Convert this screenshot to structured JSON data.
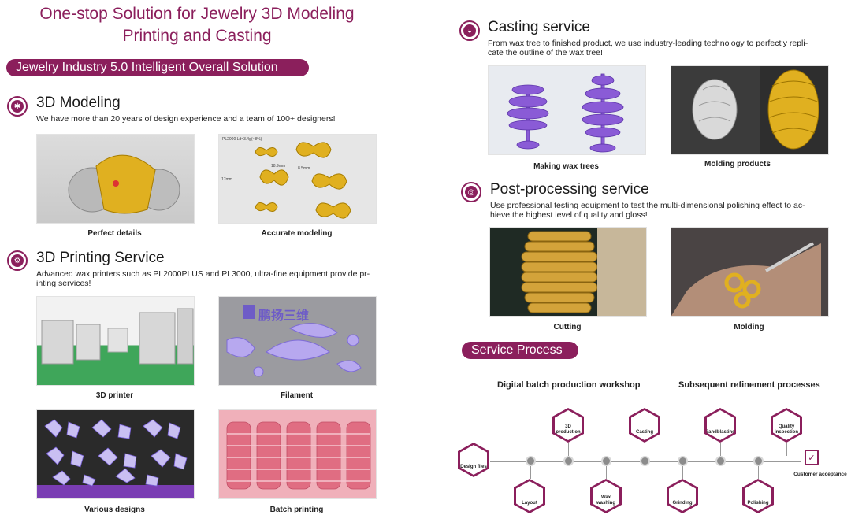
{
  "header": {
    "title_line1": "One-stop Solution for Jewelry 3D Modeling",
    "title_line2": "Printing and Casting",
    "banner": "Jewelry Industry 5.0 Intelligent Overall Solution"
  },
  "modeling": {
    "title": "3D Modeling",
    "desc": "We have more than 20 years of design experience and a team of 100+ designers!",
    "captions": [
      "Perfect details",
      "Accurate modeling"
    ],
    "spec_text": "PL2000  Ld=3.4g(~8%)",
    "dim_width": "18.9mm",
    "dim_height": "17mm",
    "dim_small": "8.5mm"
  },
  "printing": {
    "title": "3D Printing Service",
    "desc_line1": "Advanced wax printers such as PL2000PLUS and PL3000, ultra-fine equipment provide pr-",
    "desc_line2": "inting services!",
    "captions": [
      "3D printer",
      "Filament",
      "Various designs",
      "Batch printing"
    ],
    "brand_logo_text": "鹏扬三维"
  },
  "casting": {
    "title": "Casting service",
    "desc_line1": "From wax tree to finished product, we use industry-leading technology to perfectly repli-",
    "desc_line2": "cate the outline of the wax tree!",
    "captions": [
      "Making wax trees",
      "Molding products"
    ]
  },
  "post": {
    "title": "Post-processing service",
    "desc_line1": "Use professional testing equipment to test the multi-dimensional polishing effect to ac-",
    "desc_line2": "hieve the highest level of quality and gloss!",
    "captions": [
      "Cutting",
      "Molding"
    ]
  },
  "process": {
    "banner": "Service Process",
    "left_heading": "Digital batch production workshop",
    "right_heading": "Subsequent refinement processes",
    "steps": {
      "design_files": "Design files",
      "layout": "Layout",
      "production_3d": "3D production",
      "wax_washing": "Wax washing",
      "casting": "Casting",
      "grinding": "Grinding",
      "sandblasting": "Sandblasting",
      "polishing": "Polishing",
      "quality_inspection": "Quality inspection",
      "customer_acceptance": "Customer acceptance"
    }
  },
  "colors": {
    "accent": "#8b1f5c",
    "node": "#8c8c8c",
    "gold": "#e0b020",
    "wax": "#8a5bd6",
    "pink": "#e58a9a"
  }
}
